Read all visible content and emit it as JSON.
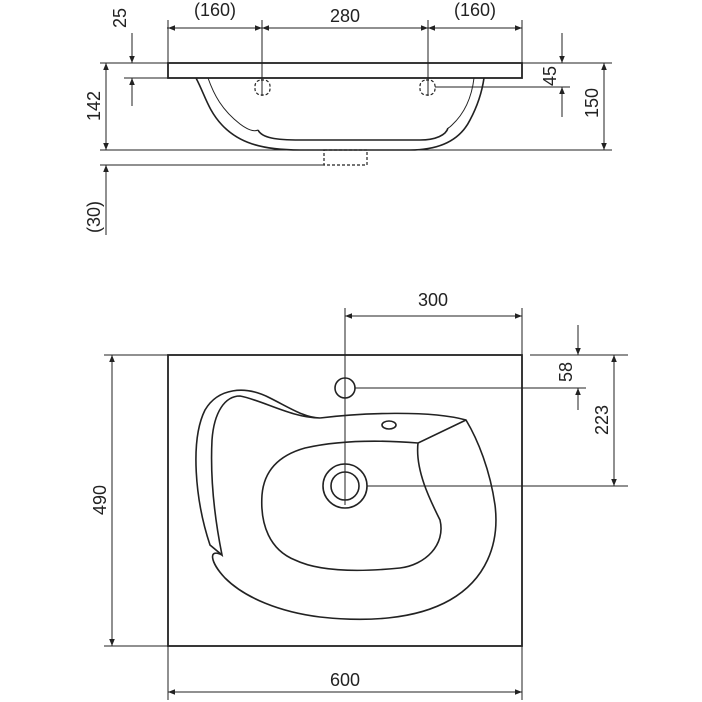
{
  "side_view": {
    "top_left": "(160)",
    "top_middle": "280",
    "top_right": "(160)",
    "lip": "25",
    "depth": "142",
    "drain": "(30)",
    "tap_height": "45",
    "total_height": "150"
  },
  "top_view": {
    "tap_offset": "300",
    "tap_from_back": "58",
    "drain_from_back": "223",
    "depth": "490",
    "width": "600"
  },
  "colors": {
    "line": "#222222",
    "background": "#ffffff"
  }
}
